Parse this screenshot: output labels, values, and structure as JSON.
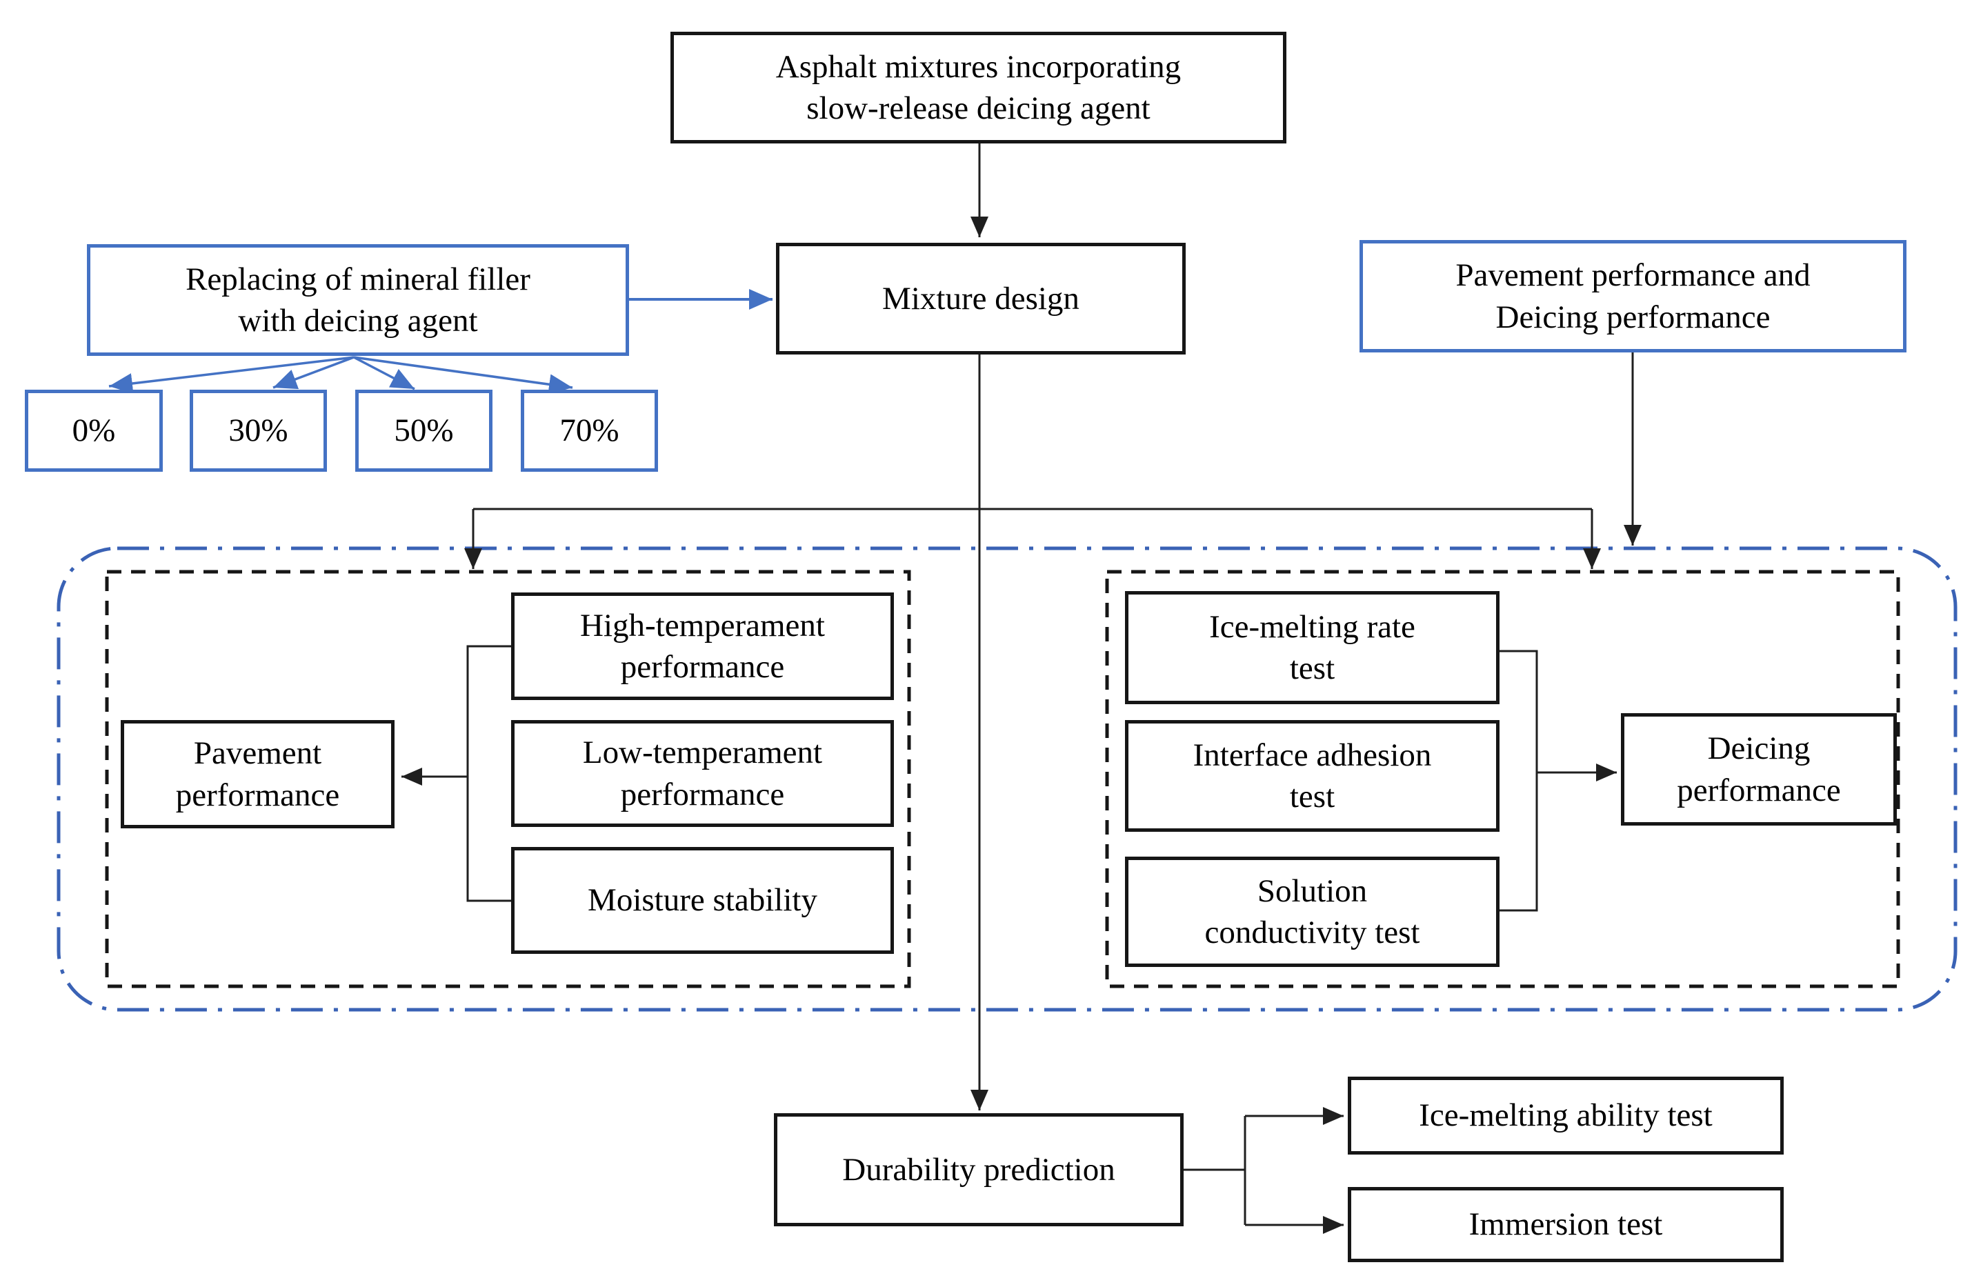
{
  "diagram": {
    "description": "Flowchart of study on asphalt mixtures incorporating slow-release deicing agent",
    "colors": {
      "accent_blue": "#4472C4",
      "container_dashdot_blue": "#3A62B5",
      "line_black": "#1f1f1f",
      "box_border_black": "#161616",
      "background": "#ffffff"
    }
  },
  "nodes": {
    "root": {
      "lines": [
        "Asphalt mixtures incorporating",
        "slow-release deicing agent"
      ]
    },
    "replace": {
      "lines": [
        "Replacing of mineral filler",
        "with deicing agent"
      ]
    },
    "mixture": {
      "lines": [
        "Mixture design"
      ]
    },
    "perf_deice": {
      "lines": [
        "Pavement performance and",
        "Deicing performance"
      ]
    },
    "pct0": {
      "lines": [
        "0%"
      ]
    },
    "pct30": {
      "lines": [
        "30%"
      ]
    },
    "pct50": {
      "lines": [
        "50%"
      ]
    },
    "pct70": {
      "lines": [
        "70%"
      ]
    },
    "pavement_perf": {
      "lines": [
        "Pavement",
        "performance"
      ]
    },
    "high_temp": {
      "lines": [
        "High-temperament",
        "performance"
      ]
    },
    "low_temp": {
      "lines": [
        "Low-temperament",
        "performance"
      ]
    },
    "moisture": {
      "lines": [
        "Moisture stability"
      ]
    },
    "ice_rate": {
      "lines": [
        "Ice-melting rate",
        "test"
      ]
    },
    "interface": {
      "lines": [
        "Interface adhesion",
        "test"
      ]
    },
    "solution": {
      "lines": [
        "Solution",
        "conductivity test"
      ]
    },
    "deicing_perf": {
      "lines": [
        "Deicing",
        "performance"
      ]
    },
    "durability": {
      "lines": [
        "Durability prediction"
      ]
    },
    "ice_ability": {
      "lines": [
        "Ice-melting ability test"
      ]
    },
    "immersion": {
      "lines": [
        "Immersion test"
      ]
    }
  }
}
